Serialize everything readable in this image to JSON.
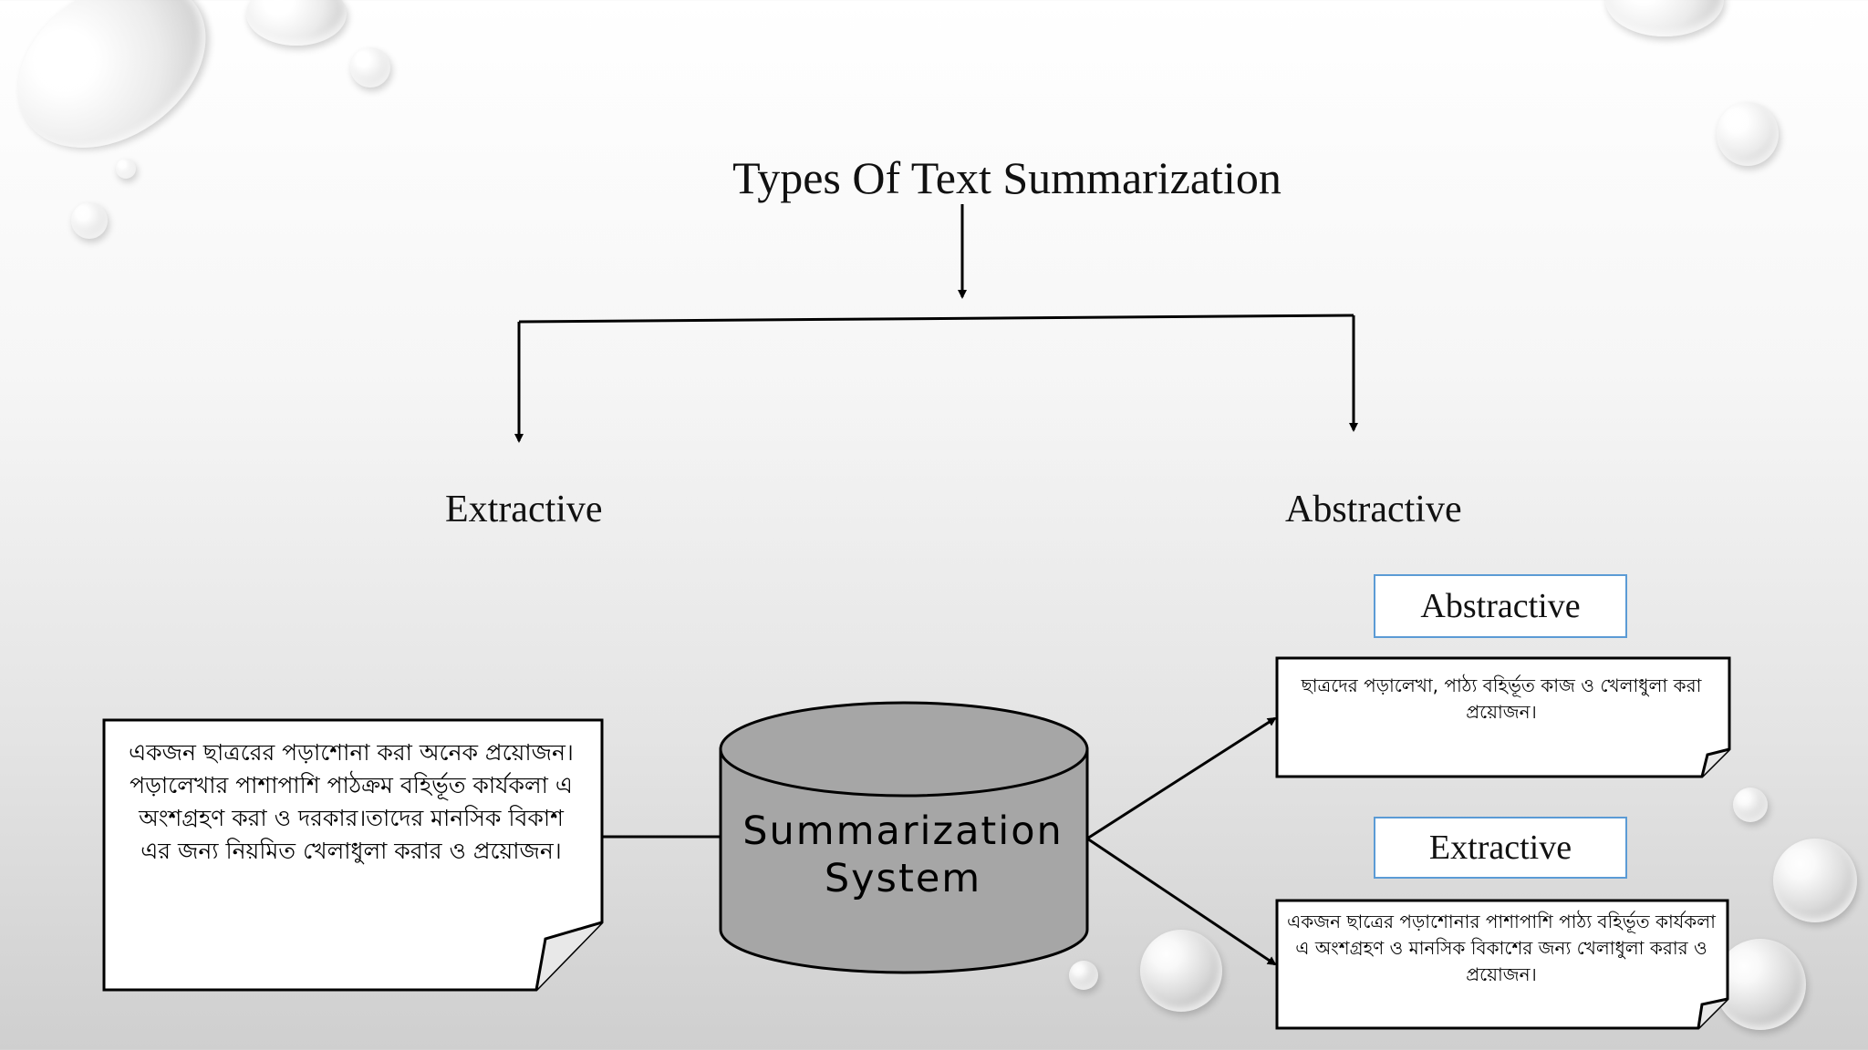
{
  "title": "Types Of Text Summarization",
  "branches": {
    "left": "Extractive",
    "right": "Abstractive"
  },
  "input_document": {
    "text": "একজন  ছাত্ররের পড়াশোনা করা অনেক প্রয়োজন। পড়ালেখার পাশাপাশি পাঠক্রম বহির্ভূত কার্যকলা এ অংশগ্রহণ করা ও দরকার।তাদের মানসিক বিকাশ এর জন্য নিয়মিত খেলাধুলা করার ও প্রয়োজন।"
  },
  "system": {
    "label": "Summarization System"
  },
  "outputs": {
    "abstractive": {
      "tag": "Abstractive",
      "text": "ছাত্রদের পড়ালেখা, পাঠ্য বহির্ভূত কাজ ও খেলাধুলা করা প্রয়োজন।"
    },
    "extractive": {
      "tag": "Extractive",
      "text": "একজন ছাত্রের পড়াশোনার পাশাপাশি পাঠ্য বহির্ভূত কার্যকলা এ অংশগ্রহণ ও মানসিক বিকাশের জন্য খেলাধুলা করার ও প্রয়োজন।"
    }
  },
  "colors": {
    "cylinder_fill": "#a6a6a6",
    "tag_border": "#5b9bd5",
    "stroke": "#000000"
  }
}
